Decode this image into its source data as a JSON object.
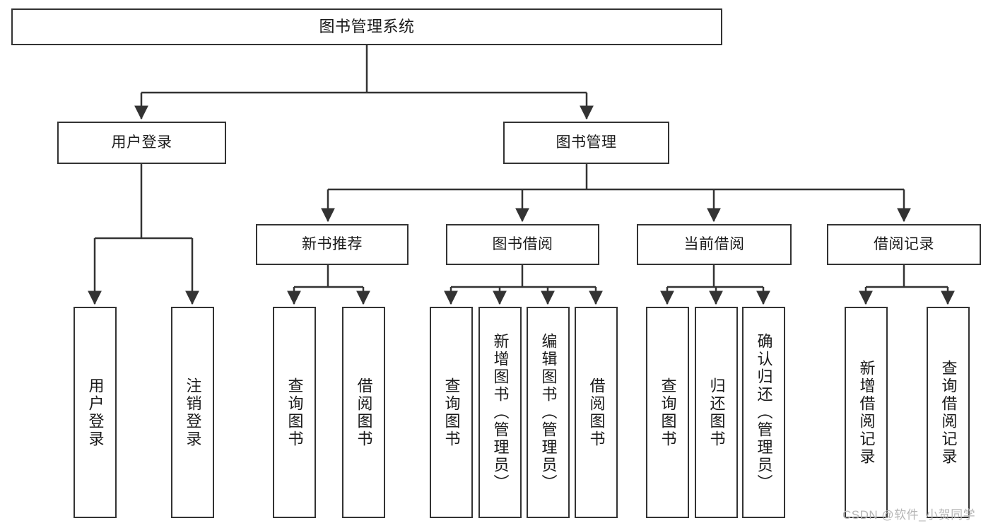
{
  "diagram": {
    "title": "图书管理系统",
    "watermark": "CSDN @软件_小贺同学",
    "colors": {
      "box_border": "#333333",
      "box_fill": "#ffffff",
      "connector": "#333333",
      "text": "#1a1a1a",
      "watermark": "#b6b6b6"
    },
    "root": {
      "label": "图书管理系统"
    },
    "level2": [
      {
        "label": "用户登录"
      },
      {
        "label": "图书管理"
      }
    ],
    "level3": [
      {
        "label": "新书推荐"
      },
      {
        "label": "图书借阅"
      },
      {
        "label": "当前借阅"
      },
      {
        "label": "借阅记录"
      }
    ],
    "leaves": {
      "user_login": [
        {
          "label": "用户登录"
        },
        {
          "label": "注销登录"
        }
      ],
      "new_book": [
        {
          "label": "查询图书"
        },
        {
          "label": "借阅图书"
        }
      ],
      "book_borrow": [
        {
          "label": "查询图书"
        },
        {
          "label": "新增图书（管理员）"
        },
        {
          "label": "编辑图书（管理员）"
        },
        {
          "label": "借阅图书"
        }
      ],
      "current_borrow": [
        {
          "label": "查询图书"
        },
        {
          "label": "归还图书"
        },
        {
          "label": "确认归还（管理员）"
        }
      ],
      "borrow_record": [
        {
          "label": "新增借阅记录"
        },
        {
          "label": "查询借阅记录"
        }
      ]
    }
  }
}
